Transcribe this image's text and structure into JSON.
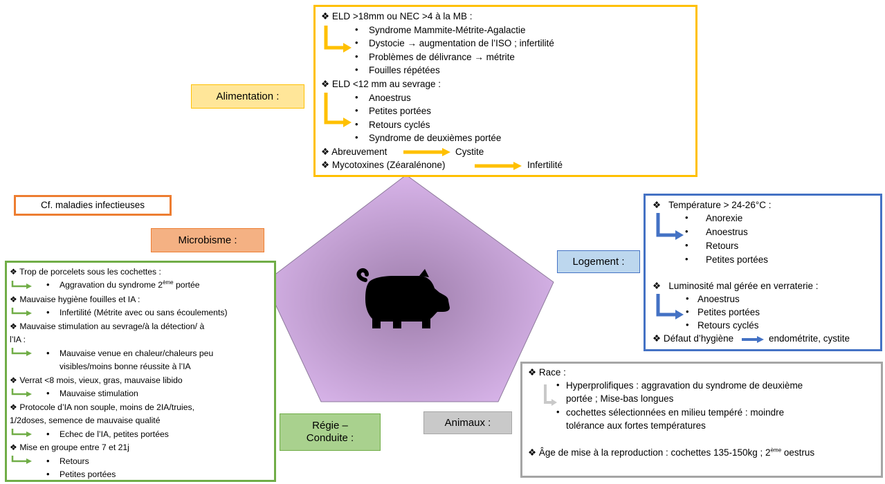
{
  "colors": {
    "yellow": "#FFC000",
    "blue": "#4472C4",
    "green": "#70AD47",
    "orange": "#ED7D31",
    "gray": "#A5A5A5",
    "pentagon_center": "#9e7eab",
    "pentagon_edge": "#dcb8ee"
  },
  "center_icon": "pig-icon",
  "labels": {
    "alimentation": "Alimentation :",
    "microbisme": "Microbisme :",
    "cf": "Cf. maladies infectieuses",
    "logement": "Logement :",
    "animaux": "Animaux :",
    "regie_l1": "Régie –",
    "regie_l2": "Conduite :"
  },
  "alimentation": {
    "h1": "ELD >18mm ou NEC >4 à la MB :",
    "a1": "Syndrome Mammite-Métrite-Agalactie",
    "a2": "Dystocie → augmentation de l’ISO ; infertilité",
    "a3": "Problèmes de délivrance → métrite",
    "a4": "Fouilles répétées",
    "h2": "ELD <12 mm au sevrage :",
    "b1": "Anoestrus",
    "b2": "Petites portées",
    "b3": "Retours cyclés",
    "b4": "Syndrome de deuxièmes portée",
    "h3": "Abreuvement",
    "h3r": "Cystite",
    "h4": "Mycotoxines (Zéaralénone)",
    "h4r": "Infertilité"
  },
  "logement": {
    "h1": "Température > 24-26°C :",
    "a1": "Anorexie",
    "a2": "Anoestrus",
    "a3": "Retours",
    "a4": "Petites portées",
    "h2": "Luminosité mal gérée en verraterie :",
    "b1": "Anoestrus",
    "b2": "Petites portées",
    "b3": "Retours cyclés",
    "h3": "Défaut d’hygiène",
    "h3r": "endométrite, cystite"
  },
  "animaux": {
    "h1": "Race :",
    "a1l1": "Hyperprolifiques : aggravation du syndrome de deuxième",
    "a1l2": "portée ; Mise-bas longues",
    "a2l1": "cochettes sélectionnées en milieu tempéré : moindre",
    "a2l2": "tolérance aux fortes températures",
    "h2a": "Âge de mise à la reproduction : cochettes 135-150kg ; 2",
    "h2sup": "ème",
    "h2b": " oestrus"
  },
  "regie": {
    "h1": "Trop de porcelets sous les cochettes :",
    "a1a": "Aggravation du syndrome 2",
    "a1sup": "ème",
    "a1b": " portée",
    "h2": "Mauvaise hygiène fouilles et IA :",
    "a2": "Infertilité (Métrite avec ou sans écoulements)",
    "h3l1": "Mauvaise stimulation au sevrage/à la détection/ à",
    "h3l2": "l’IA :",
    "a3l1": "Mauvaise venue en chaleur/chaleurs peu",
    "a3l2": "visibles/moins bonne réussite à l’IA",
    "h4": "Verrat <8 mois, vieux, gras, mauvaise libido",
    "a4": "Mauvaise stimulation",
    "h5l1": "Protocole d’IA non souple, moins de 2IA/truies,",
    "h5l2": "1/2doses, semence de mauvaise qualité",
    "a5": "Echec de l’IA, petites portées",
    "h6": "Mise en groupe entre 7 et 21j",
    "a6a": "Retours",
    "a6b": "Petites portées"
  }
}
